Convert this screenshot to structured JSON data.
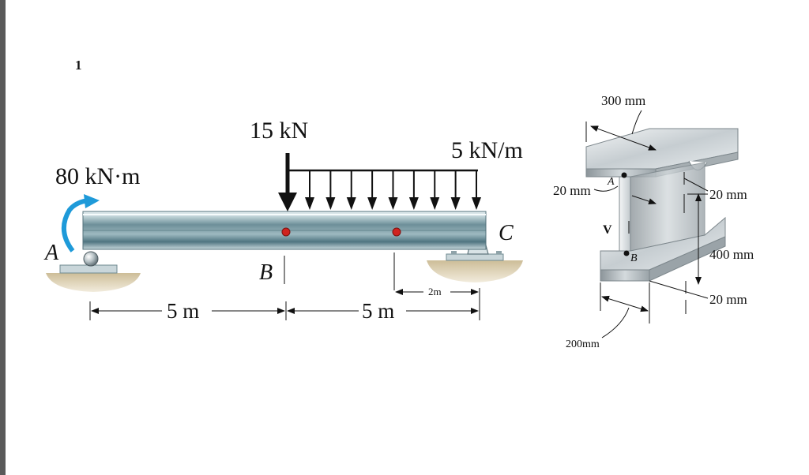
{
  "problem_number": "1",
  "beam": {
    "moment_label": "80 kN·m",
    "point_load_label": "15 kN",
    "distributed_load_label": "5 kN/m",
    "point_a": "A",
    "point_b": "B",
    "point_c": "C",
    "span_ab": "5 m",
    "span_bc": "5 m",
    "sub_dim": "2m"
  },
  "section": {
    "flange_width_top": "300 mm",
    "web_thickness": "20 mm",
    "top_flange_thickness": "20 mm",
    "web_height": "400 mm",
    "bottom_flange_thickness": "20 mm",
    "flange_width_bottom": "200mm",
    "point_a": "A",
    "point_b": "B",
    "shear_label": "V"
  },
  "colors": {
    "beam_light": "#e9f1f3",
    "beam_mid": "#9cb8bf",
    "beam_dark": "#4f7480",
    "moment_arrow": "#1e9ad9",
    "red_dot": "#d0231f",
    "ground": "#d8c9a7",
    "steel_light": "#e4e8ea",
    "steel_dark": "#8a9297"
  }
}
